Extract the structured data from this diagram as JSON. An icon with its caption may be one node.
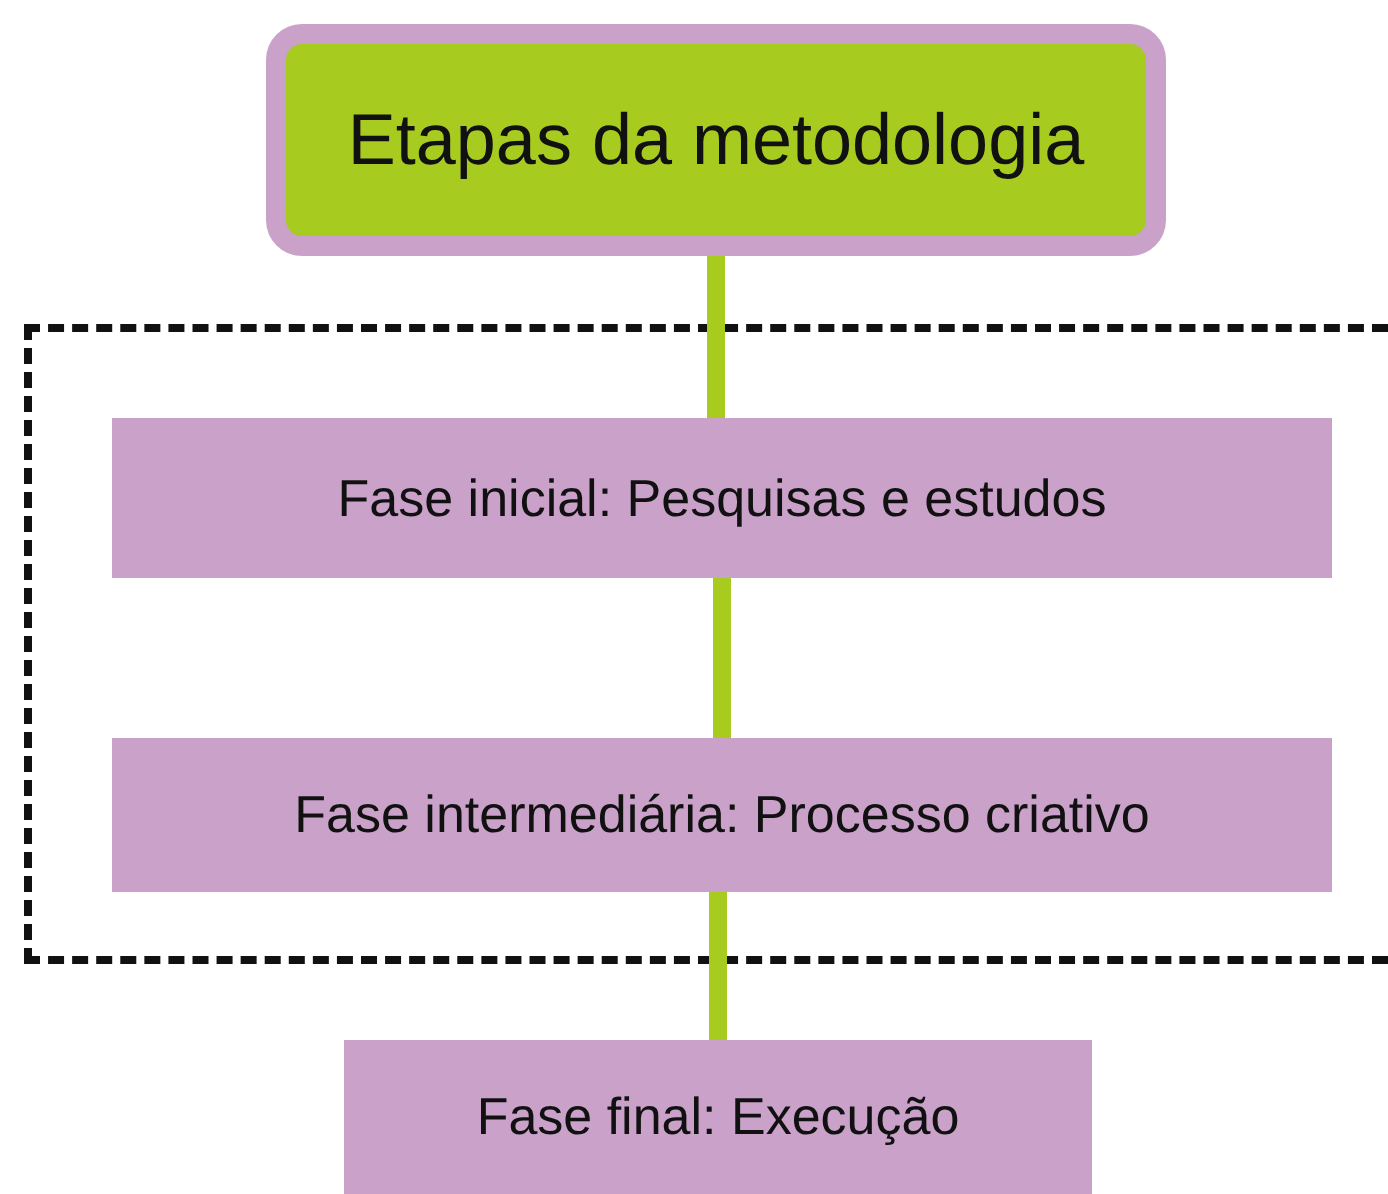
{
  "diagram": {
    "nodes": [
      {
        "text": [
          "Etapas da metodologia"
        ]
      },
      {
        "text": [],
        "shape": "box"
      },
      {
        "text": [
          "Fase inicial: Pesquisas e estudos"
        ],
        "in": 1
      },
      {
        "text": [
          "Fase intermediária: Processo criativo"
        ],
        "in": 1
      },
      {
        "text": [
          "Fase final: Execução"
        ]
      }
    ],
    "edges": [
      {
        "from": 0,
        "to": 2,
        "arrow": "none"
      },
      {
        "from": 2,
        "to": 3,
        "arrow": "none"
      },
      {
        "from": 3,
        "to": 4,
        "arrow": "none"
      }
    ]
  }
}
